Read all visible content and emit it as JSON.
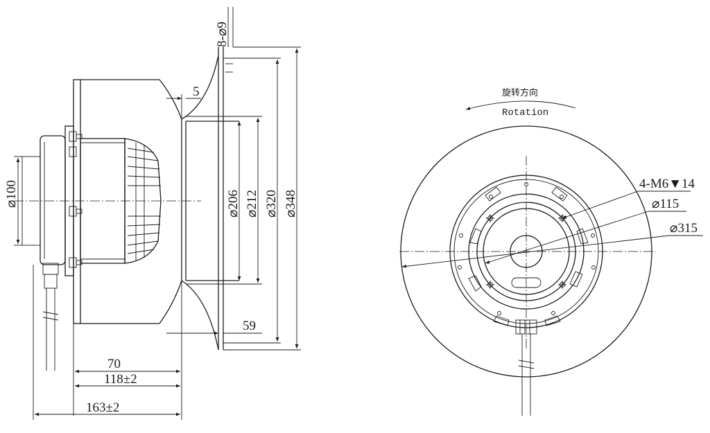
{
  "side_view": {
    "dims": {
      "holes": "8-⌀9",
      "flange_thk": "5",
      "d100": "⌀100",
      "d206": "⌀206",
      "d212": "⌀212",
      "d320": "⌀320",
      "d348": "⌀348",
      "inlet_depth": "59",
      "depth70": "70",
      "depth118": "118±2",
      "depth163": "163±2"
    }
  },
  "front_view": {
    "rotation_cn": "旋转方向",
    "rotation_en": "Rotation",
    "dims": {
      "thread": "4-M6▼14",
      "d115": "⌀115",
      "d315": "⌀315"
    }
  }
}
